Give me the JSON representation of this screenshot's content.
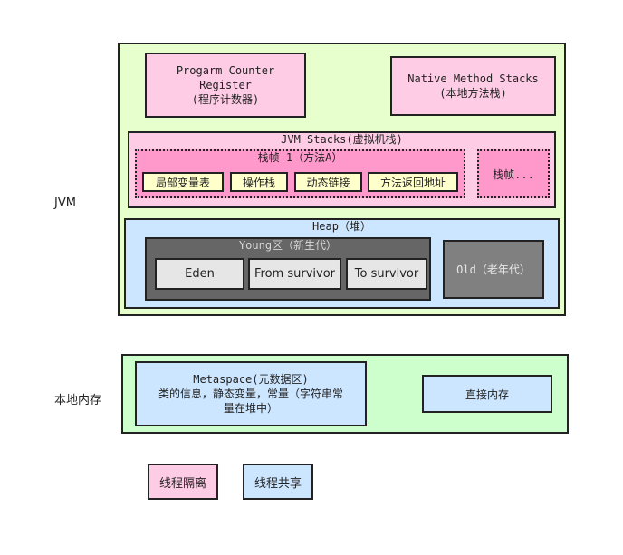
{
  "labels": {
    "jvm": "JVM",
    "native_memory": "本地内存"
  },
  "pc_register": {
    "line1": "Progarm Counter",
    "line2": "Register",
    "line3": "(程序计数器)"
  },
  "native_method_stacks": {
    "line1": "Native Method Stacks",
    "line2": "(本地方法栈)"
  },
  "jvm_stacks": {
    "title": "JVM Stacks(虚拟机栈)",
    "frame1": {
      "title": "栈帧-1（方法A）",
      "slots": [
        "局部变量表",
        "操作栈",
        "动态链接",
        "方法返回地址"
      ]
    },
    "frame2": "栈帧..."
  },
  "heap": {
    "title": "Heap（堆）",
    "young": {
      "title": "Young区（新生代）",
      "spaces": [
        "Eden",
        "From survivor",
        "To survivor"
      ]
    },
    "old": "Old（老年代）"
  },
  "native": {
    "metaspace": {
      "line1": "Metaspace(元数据区)",
      "line2": "类的信息，静态变量，常量（字符串常",
      "line3": "量在堆中）"
    },
    "direct_memory": "直接内存"
  },
  "legend": {
    "isolated": "线程隔离",
    "shared": "线程共享"
  },
  "colors": {
    "thread_isolated": "#ffcce6",
    "thread_shared": "#cce6ff",
    "jvm_background": "#e6ffcc",
    "stack_frame": "#ff99cc",
    "frame_slot": "#ffffcc",
    "young_gen": "#666666",
    "old_gen": "#808080",
    "native_background": "#ccffcc"
  }
}
